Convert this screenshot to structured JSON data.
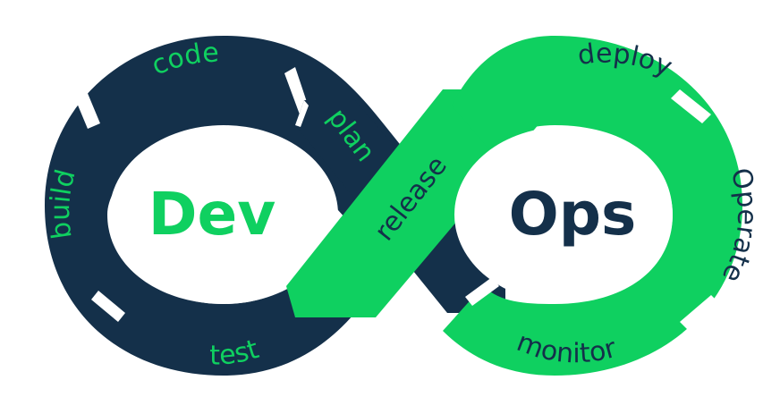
{
  "diagram": {
    "left_title": "Dev",
    "right_title": "Ops",
    "stages": {
      "code": "code",
      "build": "build",
      "test": "test",
      "plan": "plan",
      "release": "release",
      "deploy": "deploy",
      "operate": "Operate",
      "monitor": "monitor"
    }
  },
  "colors": {
    "dark": "#14304a",
    "green": "#0fd060",
    "background": "#ffffff"
  }
}
